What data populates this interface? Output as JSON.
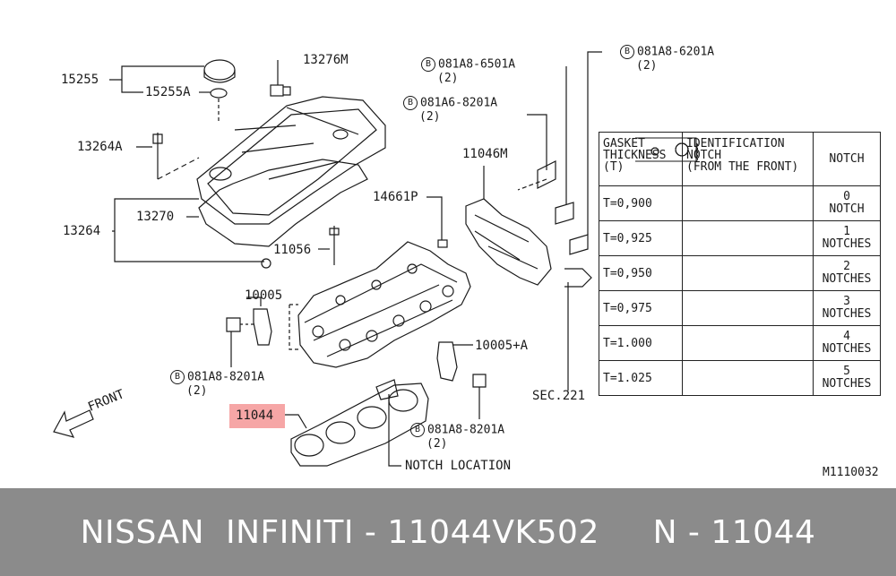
{
  "labels": {
    "p15255": "15255",
    "p15255a": "15255A",
    "p13276m": "13276M",
    "p13264a": "13264A",
    "p13270": "13270",
    "p13264": "13264",
    "p11056": "11056",
    "p14661p": "14661P",
    "p11046m": "11046M",
    "p10005": "10005",
    "p10005a": "10005+A",
    "p11044": "11044",
    "sec221": "SEC.221",
    "notch_location": "NOTCH LOCATION",
    "front": "FRONT",
    "drawing_code": "M1110032"
  },
  "callouts": {
    "top_left": {
      "badge": "B",
      "part": "081A8-6501A",
      "qty": "(2)"
    },
    "mid_left": {
      "badge": "B",
      "part": "081A6-8201A",
      "qty": "(2)"
    },
    "top_right": {
      "badge": "B",
      "part": "081A8-6201A",
      "qty": "(2)"
    },
    "bottom_left": {
      "badge": "B",
      "part": "081A8-8201A",
      "qty": "(2)"
    },
    "bottom_right": {
      "badge": "B",
      "part": "081A8-8201A",
      "qty": "(2)"
    }
  },
  "table": {
    "headers": [
      "GASKET\nTHICKNESS\n(T)",
      "IDENTIFICATION\nNOTCH\n(FROM THE FRONT)",
      "NOTCH"
    ],
    "rows": [
      {
        "t": "T=0,900",
        "notch": "0\nNOTCH",
        "count": 0
      },
      {
        "t": "T=0,925",
        "notch": "1\nNOTCHES",
        "count": 1
      },
      {
        "t": "T=0,950",
        "notch": "2\nNOTCHES",
        "count": 2
      },
      {
        "t": "T=0,975",
        "notch": "3\nNOTCHES",
        "count": 3
      },
      {
        "t": "T=1.000",
        "notch": "4\nNOTCHES",
        "count": 4
      },
      {
        "t": "T=1.025",
        "notch": "5\nNOTCHES",
        "count": 5
      }
    ]
  },
  "footer": {
    "brand": "NISSAN  INFINITI",
    "sep1": " - ",
    "part_number": "11044VK502",
    "gap": "     ",
    "code": "N - 11044"
  }
}
